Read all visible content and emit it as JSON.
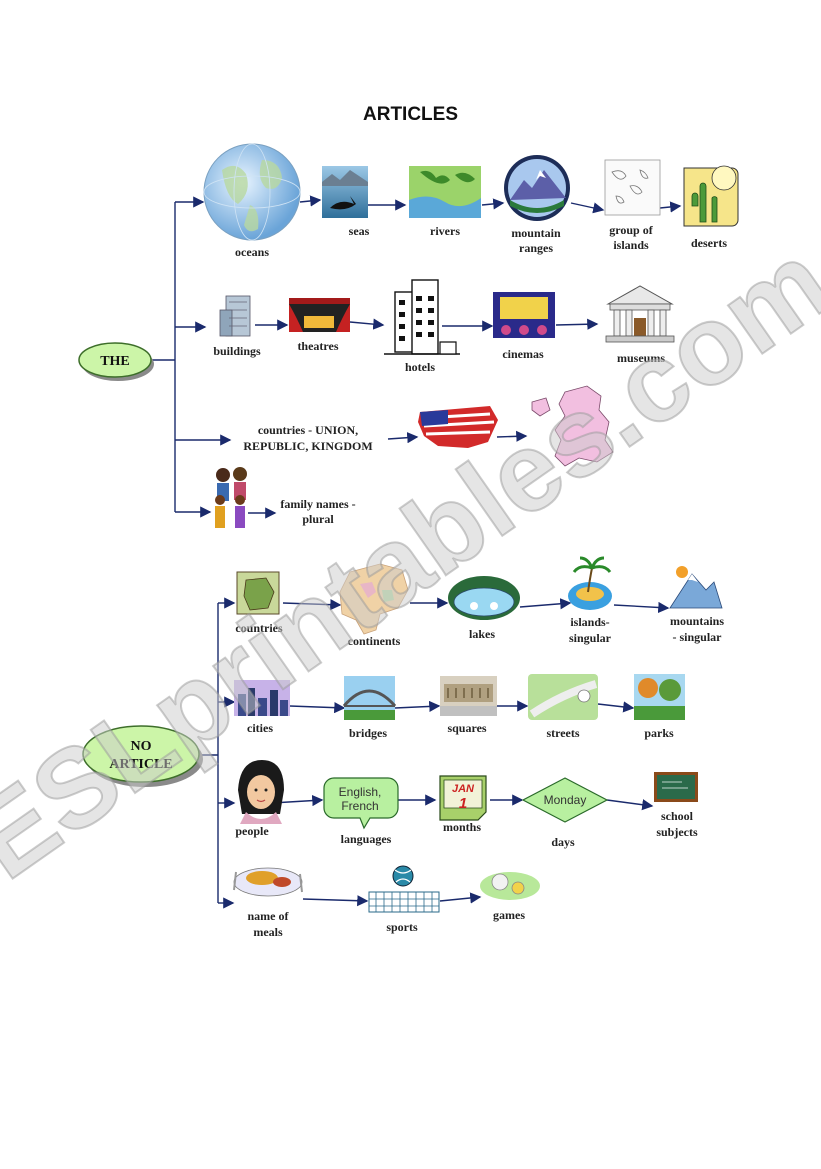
{
  "title": "ARTICLES",
  "watermark": "ESLprintables.com",
  "nodes": {
    "the": "THE",
    "no_article_line1": "NO",
    "no_article_line2": "ARTICLE"
  },
  "the_rows": {
    "row1": [
      "oceans",
      "seas",
      "rivers",
      "mountain",
      "ranges",
      "group of",
      "islands",
      "deserts"
    ],
    "row2": [
      "buildings",
      "theatres",
      "hotels",
      "cinemas",
      "museums"
    ],
    "row3": [
      "countries - UNION,",
      "REPUBLIC, KINGDOM"
    ],
    "row4": [
      "family names -",
      "plural"
    ]
  },
  "no_article_rows": {
    "row1": [
      "countries",
      "continents",
      "lakes",
      "islands-",
      "singular",
      "mountains",
      "- singular"
    ],
    "row2": [
      "cities",
      "bridges",
      "squares",
      "streets",
      "parks"
    ],
    "row3": [
      "people",
      "languages",
      "months",
      "days",
      "school",
      "subjects"
    ],
    "row4": [
      "name of",
      "meals",
      "sports",
      "games"
    ]
  },
  "inline_text": {
    "speech_line1": "English,",
    "speech_line2": "French",
    "calendar_month": "JAN",
    "calendar_day": "1",
    "diamond": "Monday"
  },
  "colors": {
    "node_fill": "#ccf5a8",
    "connector": "#1a2a6c"
  }
}
